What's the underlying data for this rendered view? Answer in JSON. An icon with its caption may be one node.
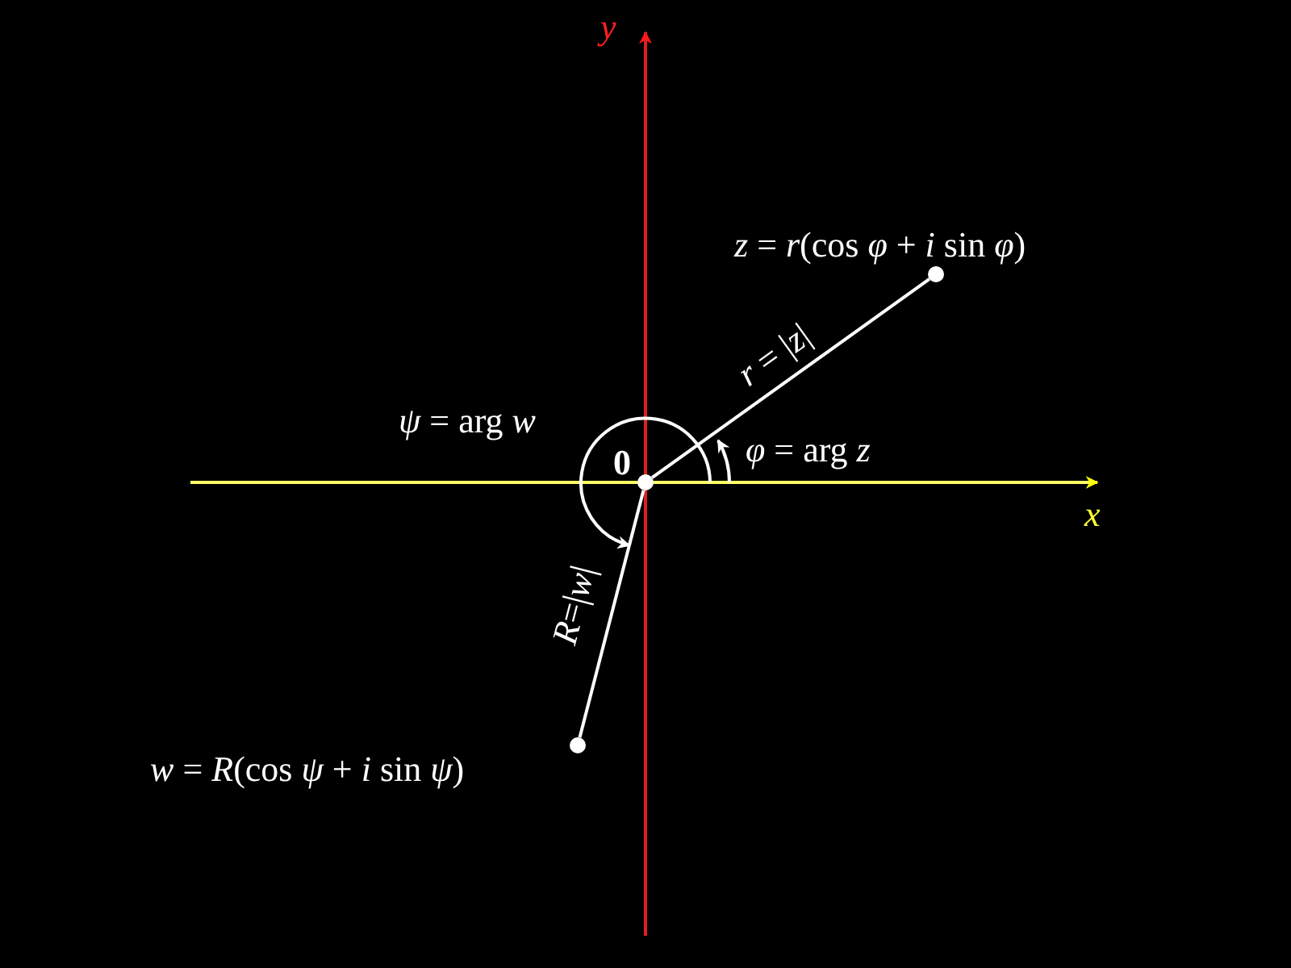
{
  "diagram": {
    "nodes": [
      {
        "text": [],
        "shape": "circle",
        "beside": [
          "0"
        ]
      },
      {
        "text": [],
        "shape": "circle",
        "beside": [
          "*z* = *r*(cos *φ* + *i* sin *φ*)"
        ]
      },
      {
        "text": [],
        "shape": "circle",
        "beside": [
          "*w* = *R*(cos *ψ* + *i* sin *ψ*)"
        ]
      }
    ],
    "edges": [
      {
        "from": 0,
        "to": 1,
        "arrow": "none",
        "label": "*r* = |*z*|"
      },
      {
        "from": 0,
        "to": 2,
        "arrow": "none",
        "label": "*R*=|*w*|"
      }
    ],
    "labels": [
      "*y*",
      "*ψ* = arg *w*",
      "*φ* = arg *z*",
      "*x*"
    ]
  }
}
